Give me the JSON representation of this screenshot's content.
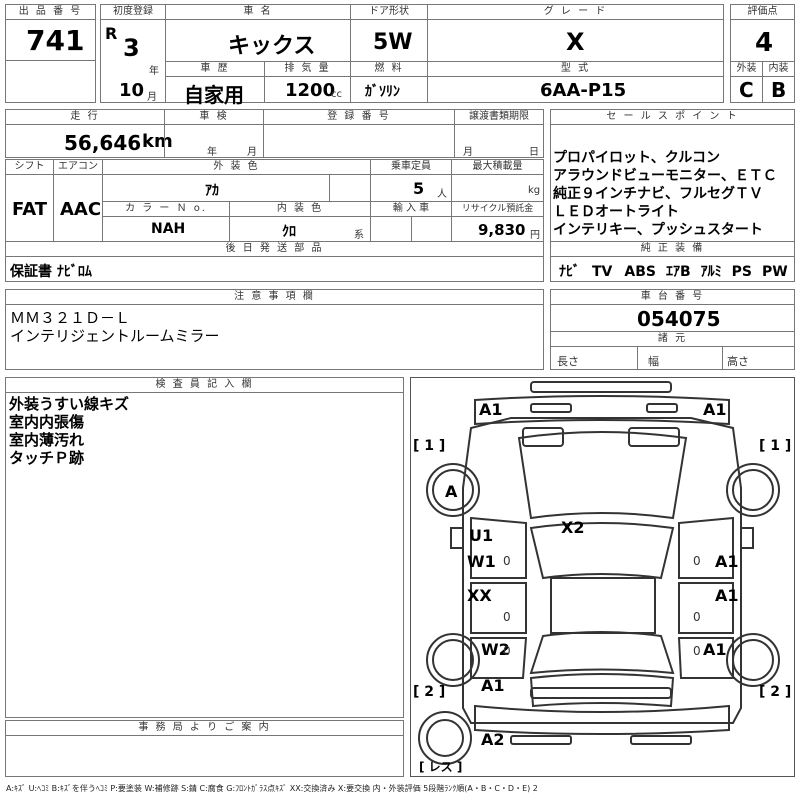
{
  "header": {
    "lot_label": "出 品 番 号",
    "lot": "741",
    "first_reg_label": "初度登録",
    "era": "R",
    "year_num": "3",
    "year_unit": "年",
    "month_num": "10",
    "month_unit": "月",
    "car_name_label": "車 名",
    "car_name": "キックス",
    "doors_label": "ドア形状",
    "doors": "5W",
    "grade_label": "グ レ ー ド",
    "grade": "X",
    "score_label": "評価点",
    "score": "4",
    "history_label": "車 歴",
    "history": "自家用",
    "displacement_label": "排 気 量",
    "displacement": "1200",
    "displacement_unit": "cc",
    "fuel_label": "燃 料",
    "fuel": "ｶﾞｿﾘﾝ",
    "model_label": "型 式",
    "model": "6AA-P15",
    "exterior_label": "外装",
    "exterior": "C",
    "interior_label": "内装",
    "interior": "B"
  },
  "row2": {
    "mileage_label": "走 行",
    "mileage": "56,646",
    "mileage_unit": "km",
    "inspection_label": "車 検",
    "insp_year_unit": "年",
    "insp_month_unit": "月",
    "reg_no_label": "登 録 番 号",
    "transfer_label": "譲渡書類期限",
    "transfer_month_unit": "月",
    "transfer_day_unit": "日",
    "shift_label": "シフト",
    "shift": "FAT",
    "ac_label": "エアコン",
    "ac": "AAC",
    "color_label": "外 装 色",
    "color": "ｱｶ",
    "capacity_label": "乗車定員",
    "capacity": "5",
    "capacity_unit": "人",
    "load_label": "最大積載量",
    "load_unit": "kg",
    "color_no_label": "カ ラ ー Ｎ o.",
    "color_no": "NAH",
    "int_color_label": "内 装 色",
    "int_color": "ｸﾛ",
    "int_color_unit": "系",
    "import_label": "輸 入 車",
    "recycle_label": "リサイクル預託金",
    "recycle": "9,830",
    "recycle_unit": "円"
  },
  "sales_points": {
    "label": "セ ー ル ス ポ イ ン ト",
    "items": [
      "プロパイロット、クルコン",
      "アラウンドビューモニター、ＥＴＣ",
      "純正９インチナビ、フルセグＴＶ",
      "ＬＥＤオートライト",
      "インテリキー、プッシュスタート"
    ]
  },
  "later_parts": {
    "label": "後 日 発 送 部 品",
    "value": "保証書 ﾅﾋﾞﾛﾑ"
  },
  "equipment": {
    "label": "純 正 装 備",
    "items": [
      "ﾅﾋﾞ",
      "TV",
      "ABS",
      "ｴｱB",
      "ｱﾙﾐ",
      "PS",
      "PW"
    ]
  },
  "notes": {
    "label": "注 意 事 項 欄",
    "lines": [
      "ＭＭ３２１Ｄ－Ｌ",
      "インテリジェントルームミラー"
    ]
  },
  "chassis": {
    "label": "車 台 番 号",
    "value": "054075"
  },
  "dimensions": {
    "label": "諸 元",
    "length": "長さ",
    "width": "幅",
    "height": "高さ"
  },
  "inspector": {
    "label": "検 査 員 記 入 欄",
    "lines": [
      "外装うすい線キズ",
      "室内内張傷",
      "室内薄汚れ",
      "タッチＰ跡"
    ]
  },
  "office": {
    "label": "事 務 局 よ り ご 案 内"
  },
  "diagram": {
    "marks": {
      "front_left": "A1",
      "front_right": "A1",
      "hood": "X2",
      "wheel_fl": "A",
      "door_fl_1": "U1",
      "door_fl_2": "W1",
      "door_rl": "XX",
      "door_fr": "A1",
      "door_rr": "A1",
      "quarter_l": "W2",
      "quarter_r": "A1",
      "rear_l": "A1",
      "rear_bumper": "A2"
    },
    "zero": "0",
    "bracket1": "[ 1 ]",
    "bracket2": "[ 2 ]",
    "spare": "[ レス ]"
  },
  "legend": "A:ｷｽﾞ U:ﾍｺﾐ B:ｷｽﾞを伴うﾍｺﾐ P:要塗装 W:補修跡 S:錆 C:腐食 G:ﾌﾛﾝﾄｶﾞﾗｽ点ｷｽﾞ XX:交換済み X:要交換 内・外装評価 5段階ﾗﾝｸ順(A・B・C・D・E) 2"
}
